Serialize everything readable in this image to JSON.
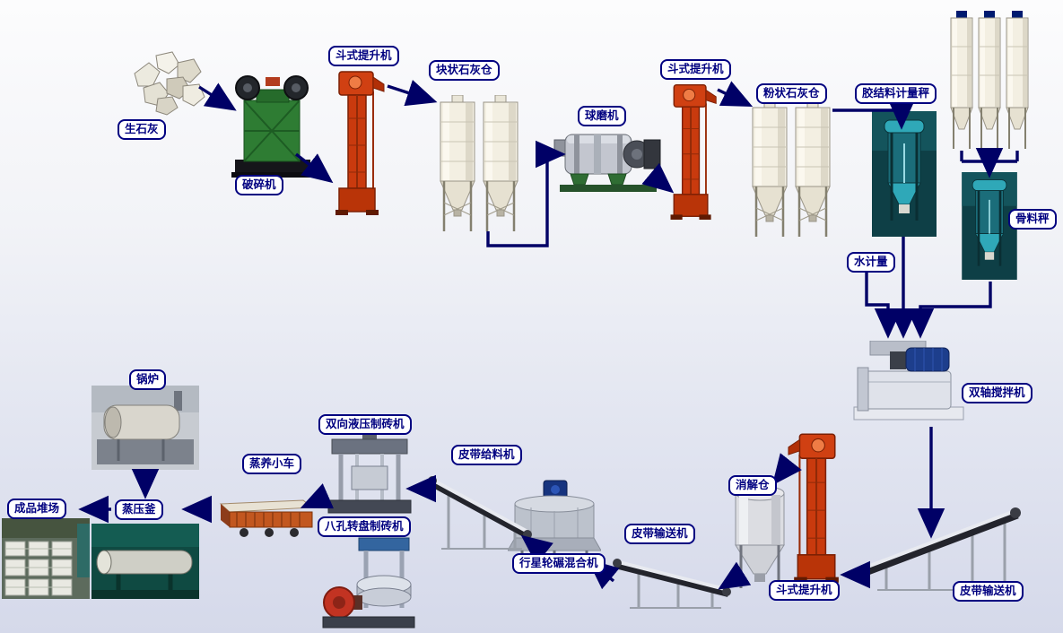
{
  "diagram": {
    "arrow_color": "#000066",
    "label_border_color": "#000080",
    "label_text_color": "#000080",
    "elevator_color": "#c9370f",
    "silo_color": "#f3efe2",
    "crusher_color": "#2e7c33"
  },
  "labels": {
    "quicklime": "生石灰",
    "crusher": "破碎机",
    "bucket_elevator_1": "斗式提升机",
    "lump_lime_silo": "块状石灰仓",
    "ball_mill": "球磨机",
    "bucket_elevator_2": "斗式提升机",
    "powder_lime_silo": "粉状石灰仓",
    "binder_metering_scale": "胶结料计量秤",
    "aggregate_scale": "骨料秤",
    "water_metering": "水计量",
    "twin_shaft_mixer": "双轴搅拌机",
    "belt_conveyor_right": "皮带输送机",
    "bucket_elevator_3": "斗式提升机",
    "slaking_silo": "消解仓",
    "belt_conveyor_mid": "皮带输送机",
    "planetary_wheel_mixer": "行星轮碾混合机",
    "belt_feeder": "皮带给料机",
    "hydraulic_brick_press": "双向液压制砖机",
    "rotary_brick_press": "八孔转盘制砖机",
    "steam_curing_cart": "蒸养小车",
    "autoclave": "蒸压釜",
    "boiler": "锅炉",
    "finished_product_yard": "成品堆场"
  },
  "flow_sequence": [
    "quicklime",
    "crusher",
    "bucket_elevator_1",
    "lump_lime_silo",
    "ball_mill",
    "bucket_elevator_2",
    "powder_lime_silo",
    "binder_metering_scale",
    "aggregate_silos",
    "aggregate_scale",
    "water_metering",
    "twin_shaft_mixer",
    "belt_conveyor_right",
    "bucket_elevator_3",
    "slaking_silo",
    "belt_conveyor_mid",
    "planetary_wheel_mixer",
    "belt_feeder",
    "hydraulic_brick_press",
    "rotary_brick_press",
    "steam_curing_cart",
    "autoclave",
    "finished_product_yard",
    "boiler"
  ]
}
